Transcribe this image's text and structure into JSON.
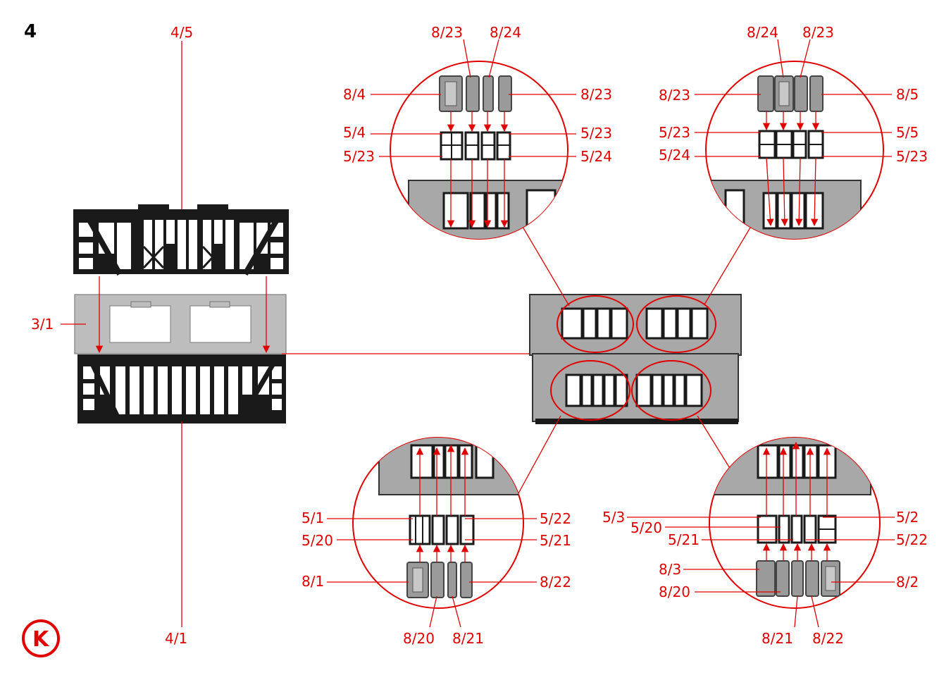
{
  "step_number": "4",
  "logo_letter": "K",
  "colors": {
    "label": "#e00000",
    "frame": "#1a1a1a",
    "base_wall": "#bdbdbd"
  },
  "left_assembly": {
    "top_frame_label": "4/5",
    "wall_label": "3/1",
    "bottom_frame_label": "4/1"
  },
  "detail_top_left": {
    "top_labels": [
      "8/23",
      "8/24"
    ],
    "left_labels": [
      "8/4",
      "5/4",
      "5/23"
    ],
    "right_labels": [
      "8/23",
      "5/23",
      "5/24"
    ]
  },
  "detail_top_right": {
    "top_labels": [
      "8/24",
      "8/23"
    ],
    "left_labels": [
      "8/23",
      "5/23",
      "5/24"
    ],
    "right_labels": [
      "8/5",
      "5/5",
      "5/23"
    ]
  },
  "detail_bottom_left": {
    "left_labels": [
      "5/1",
      "5/20",
      "8/1"
    ],
    "right_labels": [
      "5/22",
      "5/21",
      "8/22"
    ],
    "bottom_labels": [
      "8/20",
      "8/21"
    ]
  },
  "detail_bottom_right": {
    "left_labels": [
      "5/3",
      "5/20",
      "5/21",
      "8/3",
      "8/20"
    ],
    "right_labels": [
      "5/2",
      "5/22",
      "8/2"
    ],
    "bottom_labels": [
      "8/21",
      "8/22"
    ]
  }
}
